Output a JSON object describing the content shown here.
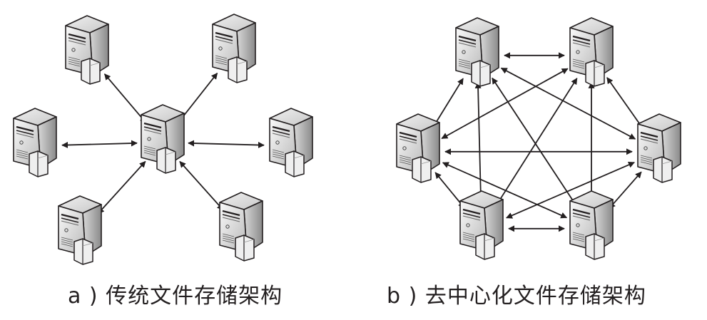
{
  "figure": {
    "panels": [
      {
        "id": "a",
        "caption": "a ) 传统文件存储架构",
        "architecture": "centralized",
        "servers": [
          {
            "id": "center",
            "role": "central-server"
          },
          {
            "id": "top-left",
            "role": "client-server"
          },
          {
            "id": "top-right",
            "role": "client-server"
          },
          {
            "id": "left",
            "role": "client-server"
          },
          {
            "id": "right",
            "role": "client-server"
          },
          {
            "id": "bottom-left",
            "role": "client-server"
          },
          {
            "id": "bottom-right",
            "role": "client-server"
          }
        ],
        "links": [
          [
            "center",
            "top-left"
          ],
          [
            "center",
            "top-right"
          ],
          [
            "center",
            "left"
          ],
          [
            "center",
            "right"
          ],
          [
            "center",
            "bottom-left"
          ],
          [
            "center",
            "bottom-right"
          ]
        ],
        "link_style": "bidirectional-arrow"
      },
      {
        "id": "b",
        "caption": "b ) 去中心化文件存储架构",
        "architecture": "decentralized",
        "servers": [
          {
            "id": "top-left",
            "role": "peer"
          },
          {
            "id": "top-right",
            "role": "peer"
          },
          {
            "id": "left",
            "role": "peer"
          },
          {
            "id": "right",
            "role": "peer"
          },
          {
            "id": "bottom-left",
            "role": "peer"
          },
          {
            "id": "bottom-right",
            "role": "peer"
          }
        ],
        "links": [
          [
            "top-left",
            "top-right"
          ],
          [
            "top-left",
            "left"
          ],
          [
            "top-left",
            "right"
          ],
          [
            "top-left",
            "bottom-left"
          ],
          [
            "top-left",
            "bottom-right"
          ],
          [
            "top-right",
            "left"
          ],
          [
            "top-right",
            "right"
          ],
          [
            "top-right",
            "bottom-left"
          ],
          [
            "top-right",
            "bottom-right"
          ],
          [
            "left",
            "right"
          ],
          [
            "left",
            "bottom-left"
          ],
          [
            "left",
            "bottom-right"
          ],
          [
            "right",
            "bottom-left"
          ],
          [
            "right",
            "bottom-right"
          ],
          [
            "bottom-left",
            "bottom-right"
          ]
        ],
        "link_style": "bidirectional-arrow"
      }
    ],
    "colors": {
      "line": "#231f20",
      "server_outline": "#231f20",
      "server_front_light": "#f4f4f4",
      "server_front_dark": "#bdbdbd",
      "server_side_light": "#d9d9d9",
      "server_side_dark": "#8c8c8c",
      "server_top": "#e6e6e6",
      "text": "#231f20"
    }
  }
}
